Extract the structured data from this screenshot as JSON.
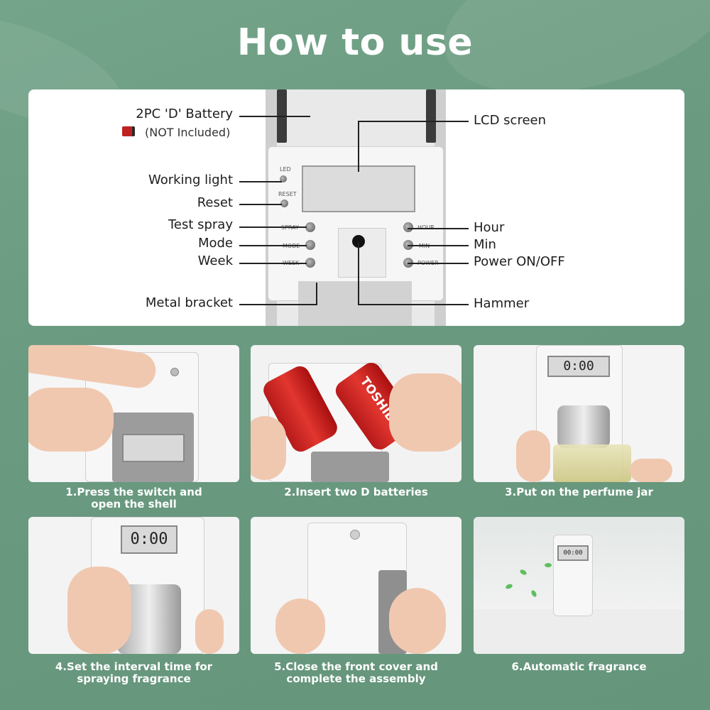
{
  "title": "How to use",
  "diagram": {
    "labels": {
      "battery": "2PC 'D' Battery",
      "battery_note": "(NOT Included)",
      "working_light": "Working light",
      "reset": "Reset",
      "test_spray": "Test spray",
      "mode": "Mode",
      "week": "Week",
      "metal_bracket": "Metal bracket",
      "lcd_screen": "LCD screen",
      "hour": "Hour",
      "min": "Min",
      "power": "Power ON/OFF",
      "hammer": "Hammer"
    },
    "device_text": {
      "led": "LED",
      "reset": "RESET",
      "spray": "SPRAY",
      "mode": "MODE",
      "week": "WEEK",
      "hour": "HOUR",
      "min": "MIN",
      "power": "POWER"
    }
  },
  "steps": [
    {
      "caption_line1": "1.Press the switch and",
      "caption_line2": "open the shell"
    },
    {
      "caption_line1": "2.Insert two D batteries",
      "caption_line2": ""
    },
    {
      "caption_line1": "3.Put on the perfume jar",
      "caption_line2": ""
    },
    {
      "caption_line1": "4.Set the interval time for",
      "caption_line2": "spraying fragrance"
    },
    {
      "caption_line1": "5.Close the front cover and",
      "caption_line2": "complete the assembly"
    },
    {
      "caption_line1": "6.Automatic fragrance",
      "caption_line2": ""
    }
  ],
  "photo_text": {
    "battery_brand": "TOSHIBA",
    "lcd_step3": "0:00",
    "lcd_step4": "0:00",
    "lcd_step6": "00:00"
  },
  "colors": {
    "background": "#6a9a80",
    "title": "#ffffff",
    "caption": "#ffffff"
  }
}
